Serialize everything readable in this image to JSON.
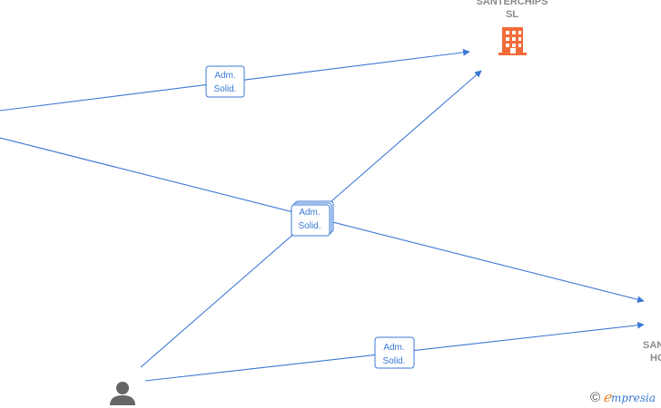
{
  "diagram": {
    "nodes": [
      {
        "id": "santerchips",
        "label_lines": [
          "SANTERCHIPS",
          "SL"
        ],
        "icon": "building-icon",
        "color": "#f26b38"
      },
      {
        "id": "santer-ho",
        "label_lines": [
          "SAN",
          "HO"
        ],
        "icon": "none"
      },
      {
        "id": "person",
        "label_lines": [],
        "icon": "person-icon",
        "color": "#666666"
      }
    ],
    "edges": [
      {
        "id": "edge-top",
        "label_lines": [
          "Adm.",
          "Solid."
        ]
      },
      {
        "id": "edge-center",
        "label_lines": [
          "Adm.",
          "Solid."
        ]
      },
      {
        "id": "edge-bottom",
        "label_lines": [
          "Adm.",
          "Solid."
        ]
      }
    ]
  },
  "watermark": {
    "copyright_symbol": "©",
    "brand_initial": "ℯ",
    "brand_rest": "mpresia"
  },
  "colors": {
    "edge": "#3a78d4",
    "company_icon": "#f26b38",
    "person_icon": "#666666",
    "label": "#8a8a8a"
  }
}
